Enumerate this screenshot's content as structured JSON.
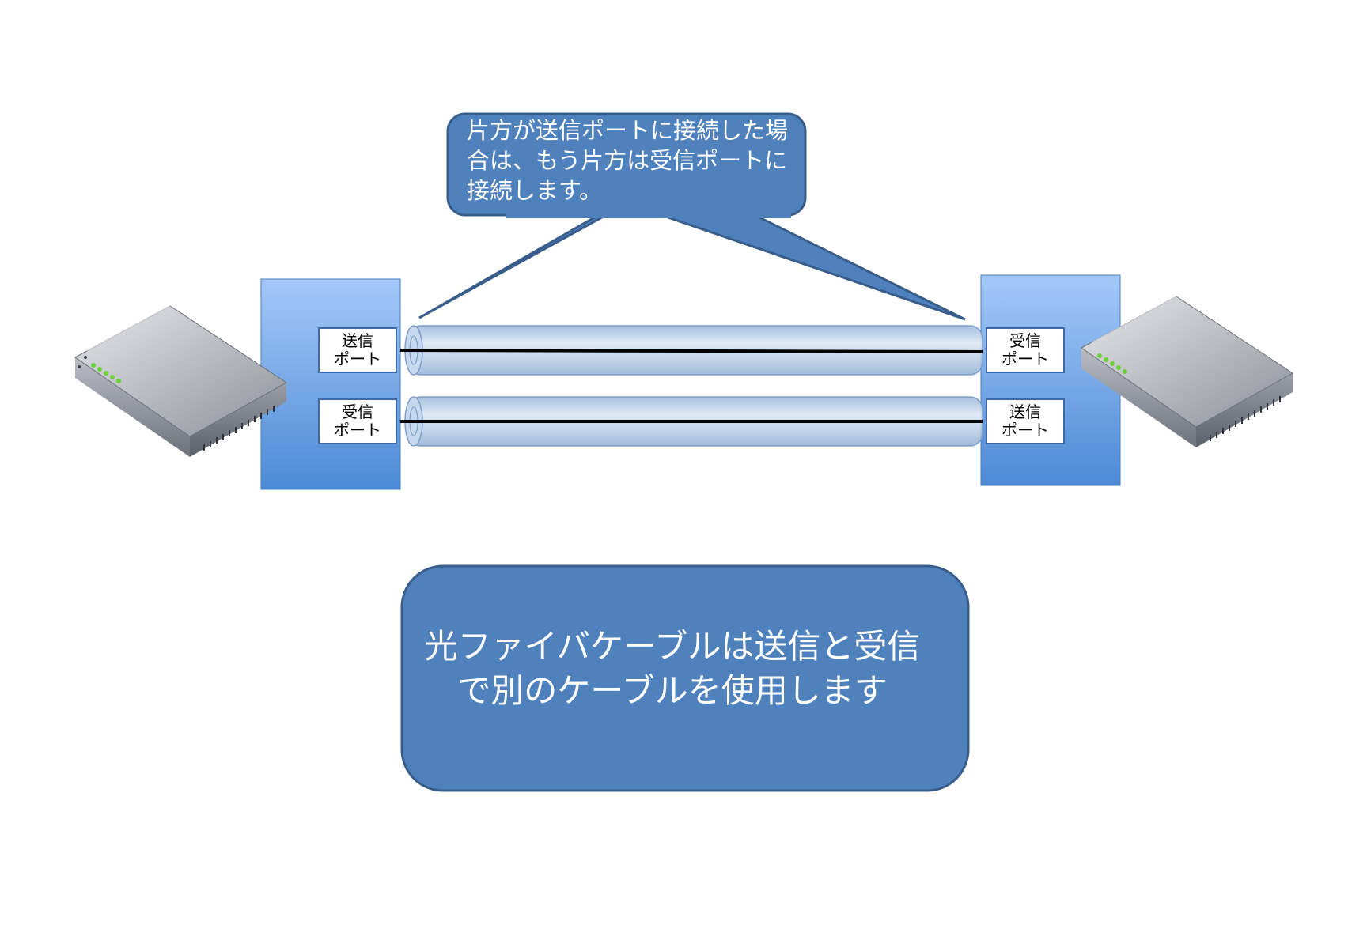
{
  "callout": {
    "text": "片方が送信ポートに接続した場合は、もう片方は受信ポートに接続します。"
  },
  "left_panel": {
    "top_port": {
      "line1": "送信",
      "line2": "ポート"
    },
    "bottom_port": {
      "line1": "受信",
      "line2": "ポート"
    }
  },
  "right_panel": {
    "top_port": {
      "line1": "受信",
      "line2": "ポート"
    },
    "bottom_port": {
      "line1": "送信",
      "line2": "ポート"
    }
  },
  "main_note": {
    "text": "光ファイバケーブルは送信と受信で別のケーブルを使用します"
  },
  "colors": {
    "callout_fill": "#4f81bd",
    "callout_stroke": "#385d8a",
    "panel_top": "#9dc3f5",
    "panel_bottom": "#4f8cd8",
    "cable_fill": "#b8cde6",
    "device_body": "#9a9ea6"
  },
  "icons": [
    "network-switch-icon",
    "network-switch-icon"
  ]
}
